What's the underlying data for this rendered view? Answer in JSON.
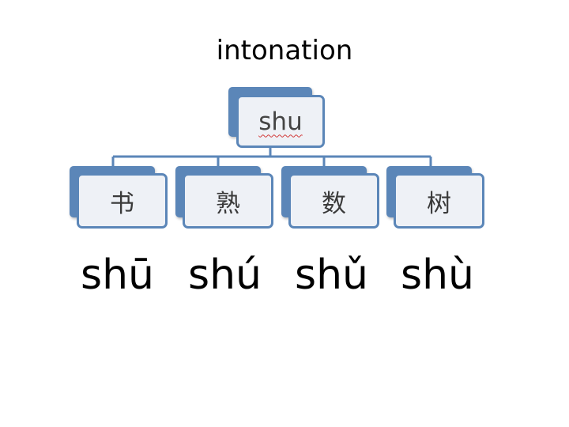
{
  "title": "intonation",
  "root": {
    "label": "shu"
  },
  "children": [
    {
      "label": "书"
    },
    {
      "label": "熟"
    },
    {
      "label": "数"
    },
    {
      "label": "树"
    }
  ],
  "pinyin": [
    "shū",
    "shú",
    "shǔ",
    "shù"
  ],
  "colors": {
    "box_border": "#5b86b8",
    "box_fill": "#eef1f6",
    "connector": "#5b86b8"
  }
}
